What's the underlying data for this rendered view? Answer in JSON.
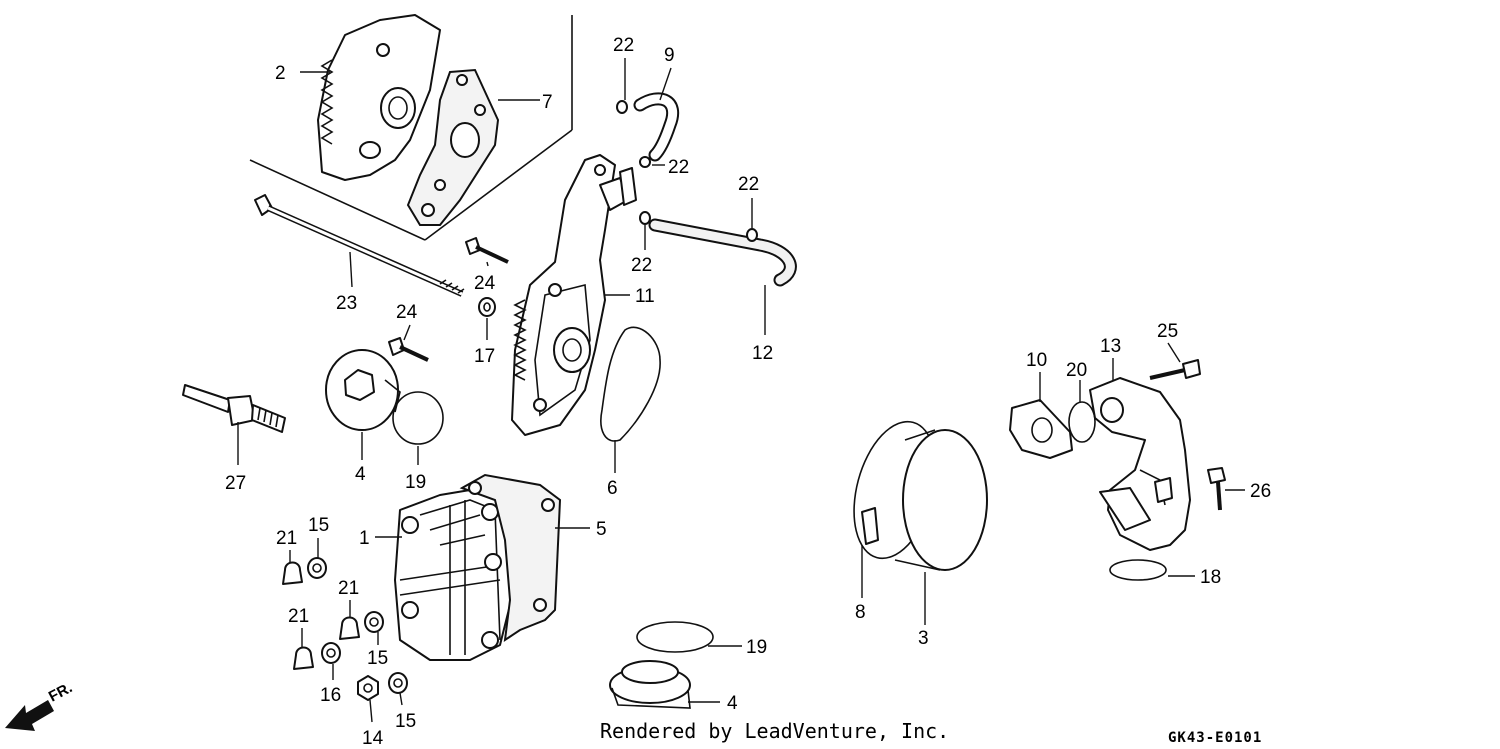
{
  "callouts": {
    "c1": "1",
    "c2": "2",
    "c3": "3",
    "c4a": "4",
    "c4b": "4",
    "c5": "5",
    "c6": "6",
    "c7": "7",
    "c8": "8",
    "c9": "9",
    "c10": "10",
    "c11": "11",
    "c12": "12",
    "c13": "13",
    "c14": "14",
    "c15a": "15",
    "c15b": "15",
    "c15c": "15",
    "c16": "16",
    "c17": "17",
    "c18": "18",
    "c19a": "19",
    "c19b": "19",
    "c20": "20",
    "c21a": "21",
    "c21b": "21",
    "c21c": "21",
    "c22a": "22",
    "c22b": "22",
    "c22c": "22",
    "c22d": "22",
    "c23": "23",
    "c24a": "24",
    "c24b": "24",
    "c25": "25",
    "c26": "26",
    "c27": "27"
  },
  "footer": {
    "credit": "Rendered by LeadVenture, Inc.",
    "diagram_code": "GK43-E0101"
  },
  "direction": {
    "label": "FR."
  }
}
